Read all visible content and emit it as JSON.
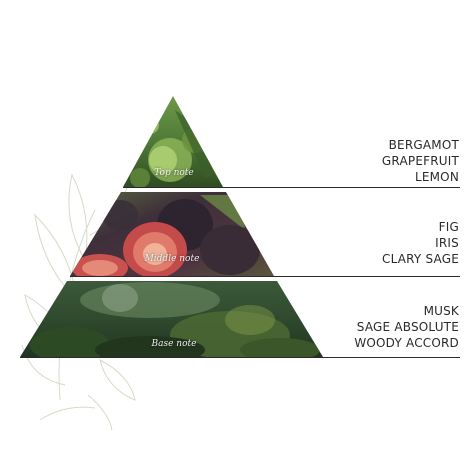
{
  "tiers": [
    {
      "label": "Top note",
      "ingredients": [
        "BERGAMOT",
        "GRAPEFRUIT",
        "LEMON"
      ]
    },
    {
      "label": "Middle note",
      "ingredients": [
        "FIG",
        "IRIS",
        "CLARY SAGE"
      ]
    },
    {
      "label": "Base note",
      "ingredients": [
        "MUSK",
        "SAGE ABSOLUTE",
        "WOODY ACCORD"
      ]
    }
  ],
  "colors": {
    "top_tier": "#4f7a37",
    "middle_tier": "#4d3b3e",
    "base_tier": "#2f4a2e",
    "divider_line": "#2b2b2b",
    "ingredient_text": "#2a2a2a",
    "botanical_sketch": "#cfd8c2"
  },
  "decorations": [
    "sage-leaf-sketch"
  ]
}
